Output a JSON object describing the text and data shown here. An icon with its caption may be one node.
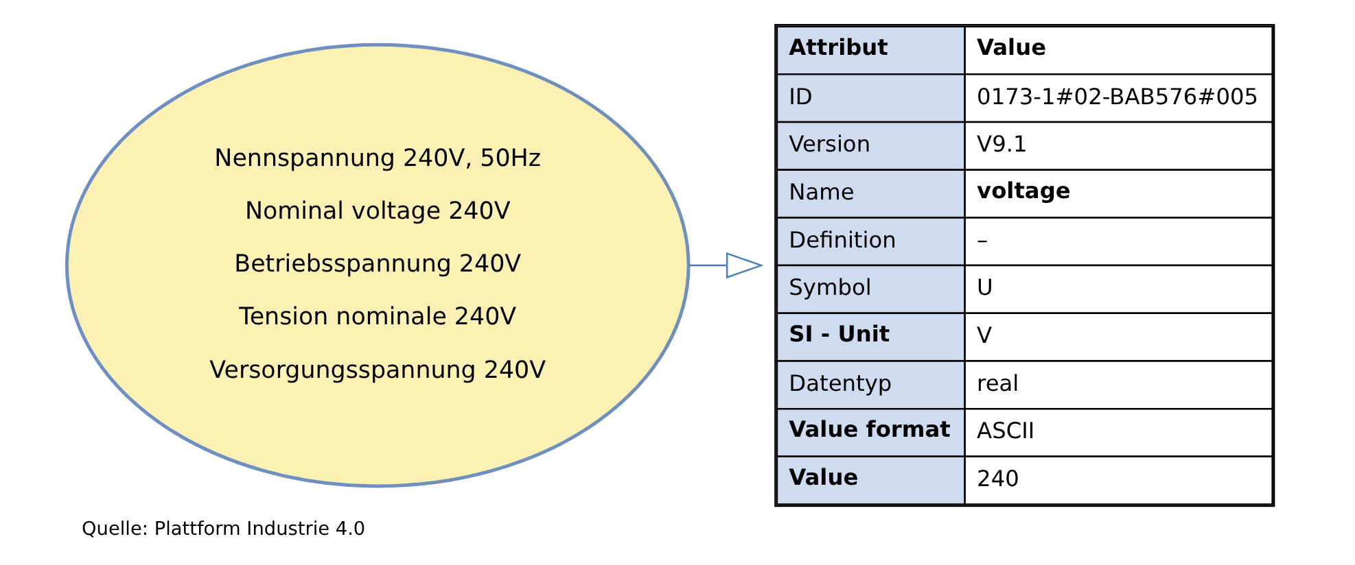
{
  "diagram": {
    "caption": "Quelle: Plattform Industrie 4.0",
    "nodes": [
      {
        "text": [
          "Nennspannung 240V, 50Hz",
          "Nominal voltage 240V",
          "Betriebsspannung 240V",
          "Tension nominale 240V",
          "Versorgungsspannung 240V"
        ]
      },
      {
        "text": [
          "Attribut",
          "Value",
          "ID",
          "0173-1#02-BAB576#005",
          "Version",
          "V9.1",
          "Name",
          "voltage",
          "Definition",
          "–",
          "Symbol",
          "U",
          "SI - Unit",
          "V",
          "Datentyp",
          "real",
          "Value format",
          "ASCII",
          "Value",
          "240"
        ]
      }
    ],
    "edges": [
      {
        "from": 0,
        "to": 1,
        "arrow": "to"
      }
    ]
  }
}
